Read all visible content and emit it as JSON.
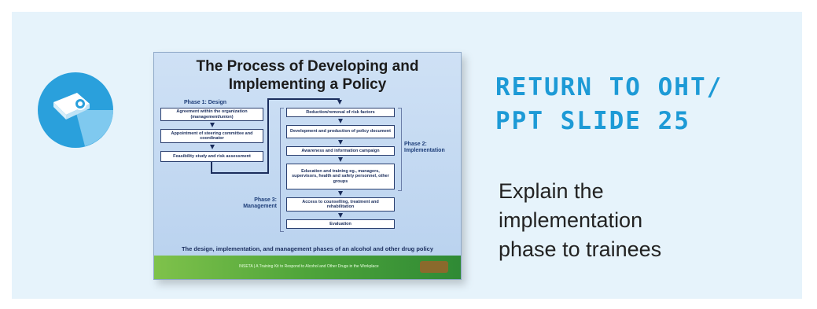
{
  "heading": {
    "line1": "RETURN TO OHT/",
    "line2": "PPT SLIDE 25"
  },
  "instruction": {
    "line1": "Explain the",
    "line2": "implementation",
    "line3": "phase to trainees"
  },
  "icon": {
    "name": "projector-icon",
    "color": "#2aa0dc"
  },
  "slide": {
    "title_line1": "The Process of Developing and",
    "title_line2": "Implementing a Policy",
    "phase1_label": "Phase 1: Design",
    "phase2_label_line1": "Phase 2:",
    "phase2_label_line2": "Implementation",
    "phase3_label_line1": "Phase 3:",
    "phase3_label_line2": "Management",
    "design_steps": [
      "Agreement within the organization (management/union)",
      "Appointment of steering committee and coordinator",
      "Feasibility study and risk assessment"
    ],
    "implementation_steps": [
      "Reduction/removal of risk factors",
      "Development and production of policy document",
      "Awareness and information campaign",
      "Education and training eg., managers, supervisors, health and safety personnel, other groups"
    ],
    "management_steps": [
      "Access to counselling, treatment and rehabilitation",
      "Evaluation"
    ],
    "caption": "The design, implementation, and management phases of an alcohol and other drug policy",
    "footer": "INSETA | A Training Kit to Respond to Alcohol and Other Drugs in the Workplace"
  }
}
